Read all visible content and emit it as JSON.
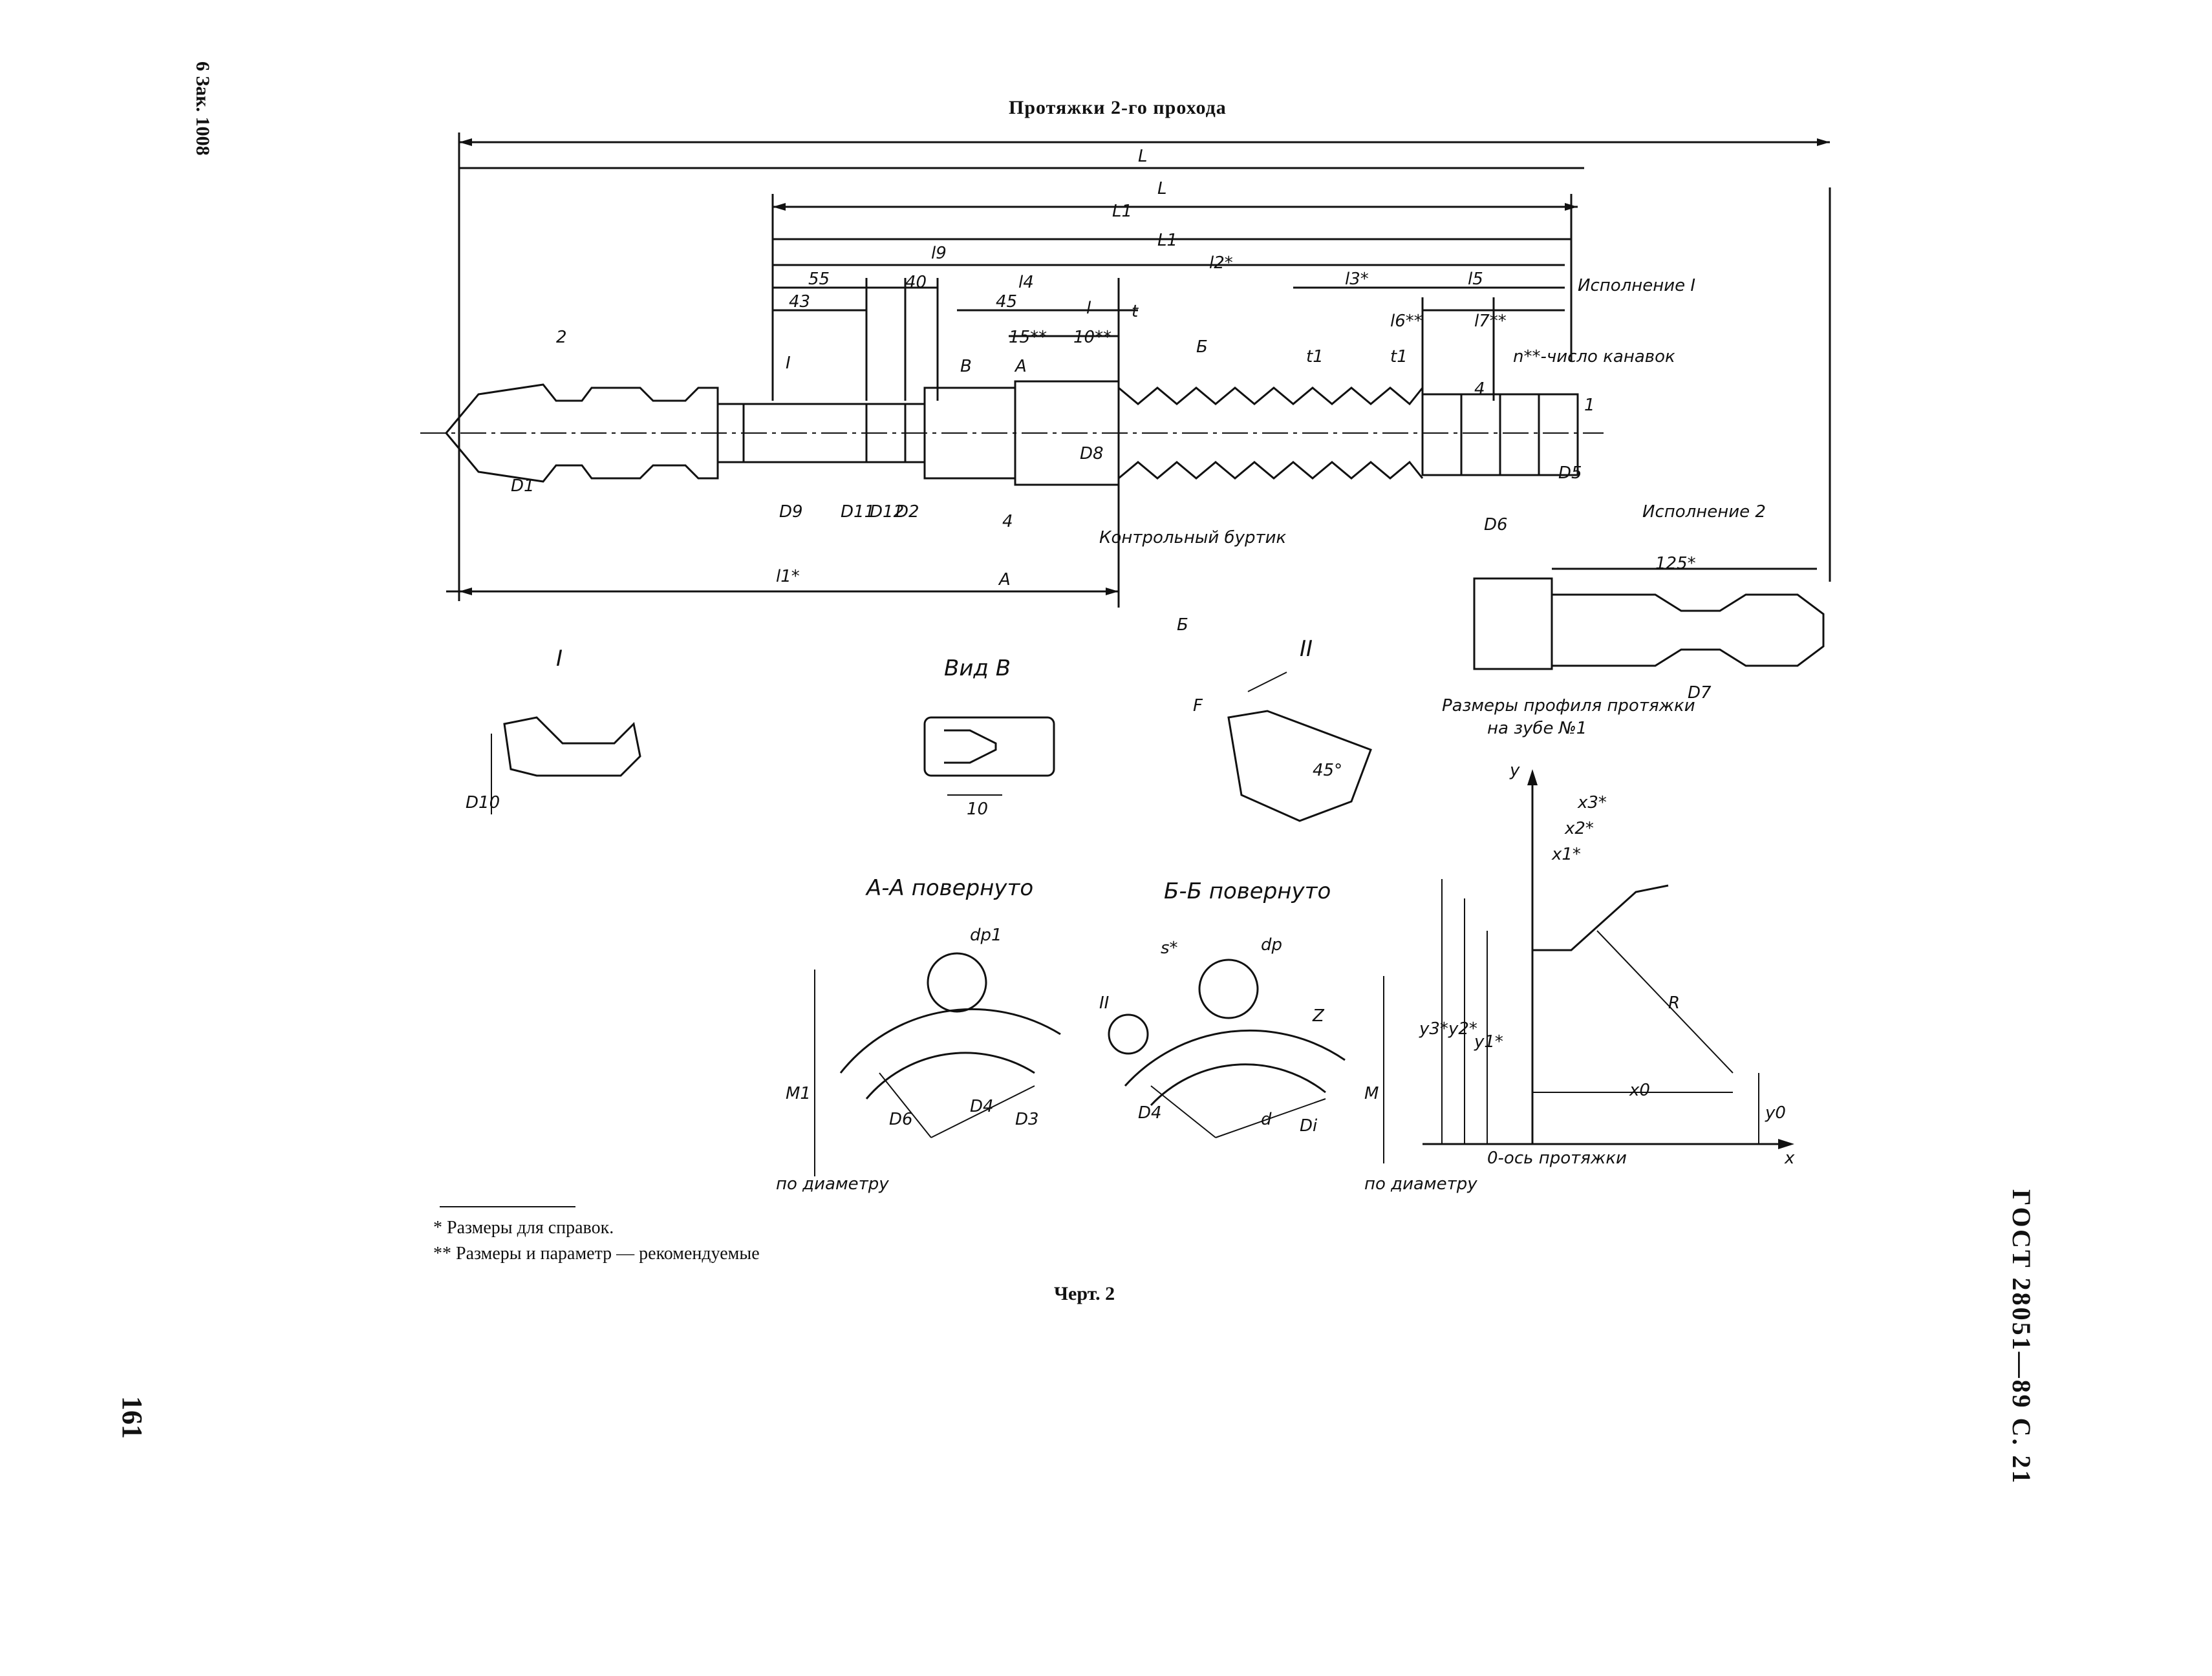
{
  "header": {
    "title": "Протяжки 2-го прохода",
    "left_margin": "6 Зак. 1008",
    "page_number": "161",
    "standard": "ГОСТ 28051—89  С. 21"
  },
  "main_view": {
    "dim_L": "L",
    "dim_L1": "L1",
    "dim_l9": "l9",
    "dim_l2": "l2*",
    "dim_l3": "l3*",
    "dim_l4": "l4",
    "dim_l5": "l5",
    "dim_l6": "l6**",
    "dim_l7": "l7**",
    "dim_l": "l",
    "dim_l1": "l1*",
    "dim_55": "55",
    "dim_43": "43",
    "dim_40": "40",
    "dim_45": "45",
    "dim_15": "15**",
    "dim_10": "10**",
    "dim_4a": "4",
    "dim_4b": "4",
    "dim_t": "t",
    "dim_t1a": "t1",
    "dim_t1b": "t1",
    "dim_125": "125*",
    "exec1": "Исполнение I",
    "exec2": "Исполнение 2",
    "groove_note": "n**-число канавок",
    "control_collar": "Контрольный буртик",
    "mark_I": "I",
    "mark_2": "2",
    "mark_1": "1",
    "mark_B": "B",
    "section_A_top": "A",
    "section_A_bot": "A",
    "section_B_top": "Б",
    "section_B_bot": "Б",
    "D1": "D1",
    "D9": "D9",
    "D11": "D11",
    "D12": "D12",
    "D2": "D2",
    "D8": "D8",
    "D5": "D5",
    "D6": "D6",
    "D7": "D7"
  },
  "detail_I": {
    "label": "I",
    "dim": "D10"
  },
  "view_B": {
    "label": "Вид В",
    "dim": "10"
  },
  "detail_II": {
    "label": "II",
    "dim_F": "F",
    "angle": "45°"
  },
  "section_AA": {
    "label": "А-А повернуто",
    "dp1": "dp1",
    "D6": "D6",
    "D4": "D4",
    "D3": "D3",
    "M1": "M1",
    "by_diam": "по диаметру"
  },
  "section_BB": {
    "label": "Б-Б повернуто",
    "s": "s*",
    "dp": "dp",
    "Z": "Z",
    "II": "II",
    "D4": "D4",
    "d": "d",
    "Di": "Di",
    "M": "M",
    "by_diam": "по диаметру"
  },
  "profile": {
    "title_line1": "Размеры профиля протяжки",
    "title_line2": "на зубе №1",
    "y": "y",
    "x": "x",
    "x1": "x1*",
    "x2": "x2*",
    "x3": "x3*",
    "y1": "y1*",
    "y2": "y2*",
    "y3": "y3*",
    "y0": "y0",
    "x0": "x0",
    "R": "R",
    "axis": "0-ось протяжки"
  },
  "footnotes": {
    "f1": "* Размеры для справок.",
    "f2": "** Размеры и параметр — рекомендуемые"
  },
  "caption": "Черт. 2"
}
